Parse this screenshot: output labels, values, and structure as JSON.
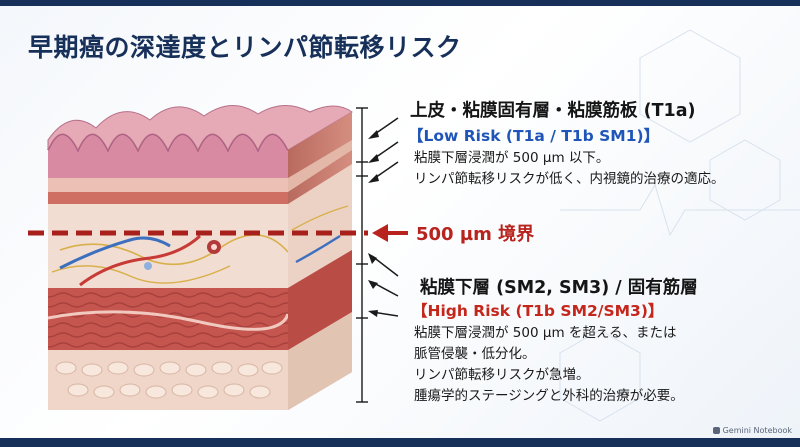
{
  "title": "早期癌の深達度とリンパ節転移リスク",
  "upper": {
    "heading": "上皮・粘膜固有層・粘膜筋板 (T1a)",
    "risk_label": "【Low Risk (T1a / T1b SM1)】",
    "lines": [
      "粘膜下層浸潤が 500 µm 以下。",
      "リンパ節転移リスクが低く、内視鏡的治療の適応。"
    ]
  },
  "boundary": {
    "label": "500 µm 境界"
  },
  "lower": {
    "heading": "粘膜下層 (SM2, SM3) / 固有筋層",
    "risk_label": "【High Risk (T1b SM2/SM3)】",
    "lines": [
      "粘膜下層浸潤が 500 µm を超える、または",
      "脈管侵襲・低分化。",
      "リンパ節転移リスクが急増。",
      "腫瘍学的ステージングと外科的治療が必要。"
    ]
  },
  "logo": {
    "text": "Gemini Notebook"
  },
  "colors": {
    "navy": "#17305a",
    "low_risk": "#1f55b8",
    "high_risk": "#c4261c",
    "boundary": "#b8231d"
  }
}
